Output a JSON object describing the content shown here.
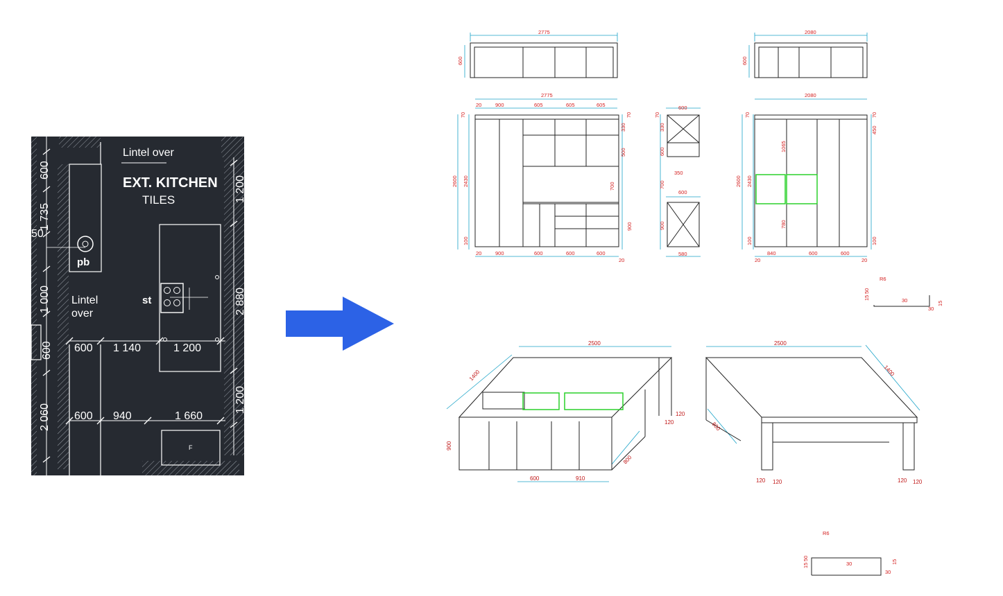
{
  "plan": {
    "lintel_top": "Lintel over",
    "room_title": "EXT. KITCHEN",
    "room_sub": "TILES",
    "lintel_mid_1": "Lintel",
    "lintel_mid_2": "over",
    "pb": "pb",
    "st": "st",
    "f": "F",
    "dims_left": [
      "600",
      "1 735",
      "50",
      "1 000",
      "600",
      "2 060"
    ],
    "dims_right": [
      "1 200",
      "2 880",
      "1 200"
    ],
    "row1": [
      "600",
      "1 140",
      "1 200"
    ],
    "row2": [
      "600",
      "940",
      "1 660"
    ]
  },
  "colors": {
    "plan_bg": "#262a31",
    "arrow": "#2c62e6",
    "dim_red": "#d42020",
    "dim_cyan": "#1aa3c8",
    "hob_green": "#2ad12a",
    "magenta": "#d100d1"
  },
  "elevations": {
    "upper_left": {
      "width": "2775",
      "height": "600"
    },
    "upper_right": {
      "width": "2080",
      "height": "600"
    },
    "main_left": {
      "overall": "2775",
      "top_segments": [
        "20",
        "900",
        "605",
        "605",
        "605"
      ],
      "bottom_segments": [
        "20",
        "900",
        "600",
        "600",
        "600",
        "20"
      ],
      "left_heights": [
        "70",
        "2600",
        "2430",
        "100"
      ],
      "right_heights": [
        "70",
        "330",
        "500",
        "700",
        "900"
      ]
    },
    "side": {
      "top": "600",
      "bottom": "600",
      "base": "580",
      "heights": [
        "70",
        "330",
        "600",
        "350",
        "700",
        "900"
      ]
    },
    "main_right": {
      "overall": "2080",
      "bottom_segments": [
        "20",
        "840",
        "600",
        "600",
        "20"
      ],
      "left_heights": [
        "70",
        "2600",
        "2430",
        "100"
      ],
      "right_heights": [
        "70",
        "450",
        "100"
      ],
      "inner_heights": [
        "1065",
        "780"
      ]
    },
    "island_left": {
      "length": "2500",
      "depth": "1400",
      "height": "900",
      "side": "800",
      "legs": [
        "120",
        "120"
      ],
      "bottom": [
        "600",
        "910"
      ]
    },
    "island_right": {
      "length": "2500",
      "depth": "1400",
      "side": "800",
      "legs": [
        "120",
        "120",
        "120",
        "120"
      ]
    },
    "profile_small": {
      "labels": [
        "15",
        "50",
        "R6",
        "30",
        "30",
        "15"
      ]
    },
    "profile_big": {
      "labels": [
        "15",
        "50",
        "R6",
        "30",
        "30",
        "15"
      ]
    }
  }
}
